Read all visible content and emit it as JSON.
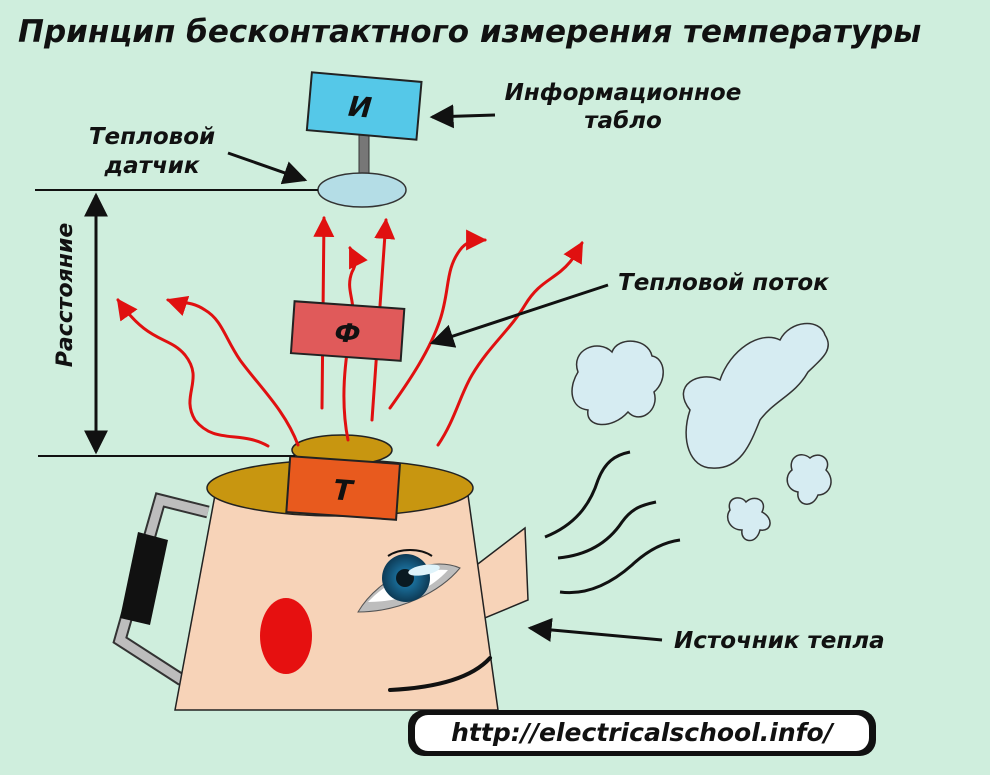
{
  "title": "Принцип бесконтактного измерения температуры",
  "labels": {
    "display_line1": "Информационное",
    "display_line2": "табло",
    "sensor_line1": "Тепловой",
    "sensor_line2": "датчик",
    "distance": "Расстояние",
    "heat_flow": "Тепловой поток",
    "heat_source": "Источник тепла"
  },
  "boxes": {
    "display": "И",
    "filter": "Ф",
    "thermo": "Т"
  },
  "url": "http://electricalschool.info/",
  "colors": {
    "background": "#cfeedd",
    "display_box": "#55c8e8",
    "filter_box": "#e05a5a",
    "thermo_box": "#e85a1e",
    "heat_arrows": "#e01010",
    "kettle_body": "#f7d3b8",
    "lid": "#c89610",
    "cloud": "#d6ecf2"
  }
}
